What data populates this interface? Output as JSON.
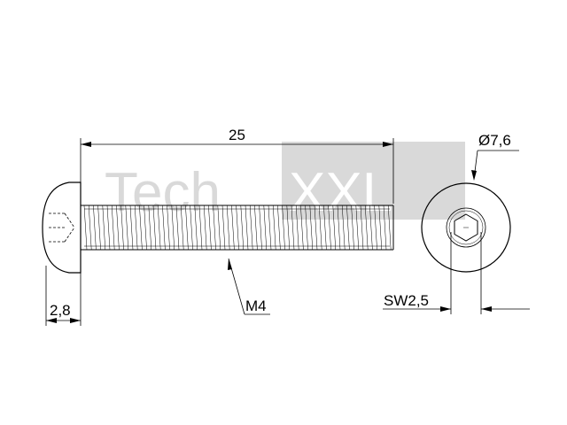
{
  "watermark": {
    "left_text": "Tech",
    "right_text": "XXL",
    "left_color": "#d9d9d9",
    "box_color": "#d9d9d9",
    "right_color": "#ffffff"
  },
  "dimensions": {
    "length": "25",
    "diameter": "Ø7,6",
    "head_height": "2,8",
    "thread": "M4",
    "socket": "SW2,5"
  },
  "colors": {
    "line": "#000000",
    "background": "#ffffff"
  }
}
